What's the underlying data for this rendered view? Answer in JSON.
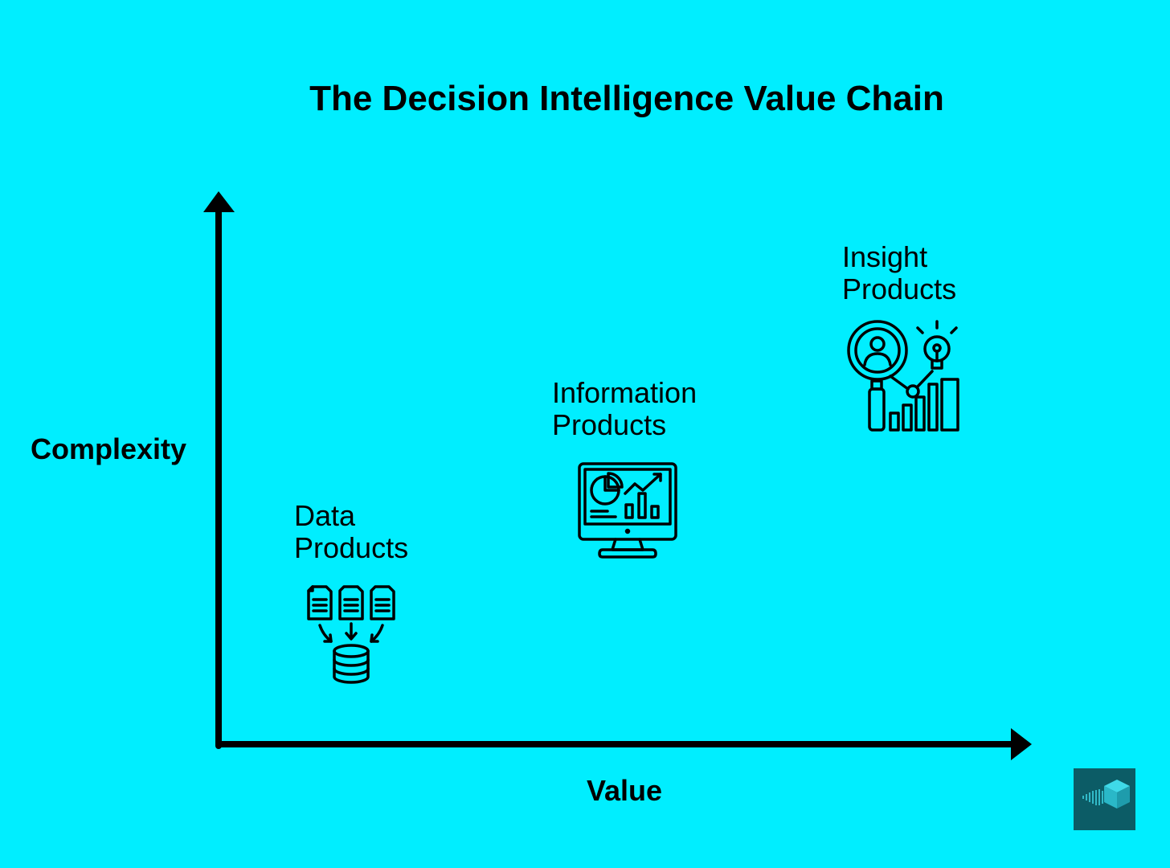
{
  "colors": {
    "background": "#00EEFF",
    "ink": "#000000",
    "logo_bg": "#0C5C66",
    "logo_fg": "#3FD9E8"
  },
  "title": "The Decision Intelligence Value Chain",
  "axes": {
    "y_label": "Complexity",
    "x_label": "Value"
  },
  "stages": [
    {
      "line1": "Data",
      "line2": "Products",
      "icon": "documents-to-database-icon"
    },
    {
      "line1": "Information",
      "line2": "Products",
      "icon": "dashboard-monitor-icon"
    },
    {
      "line1": "Insight",
      "line2": "Products",
      "icon": "insight-analytics-icon"
    }
  ],
  "logo": {
    "icon": "cube-logo-icon"
  }
}
